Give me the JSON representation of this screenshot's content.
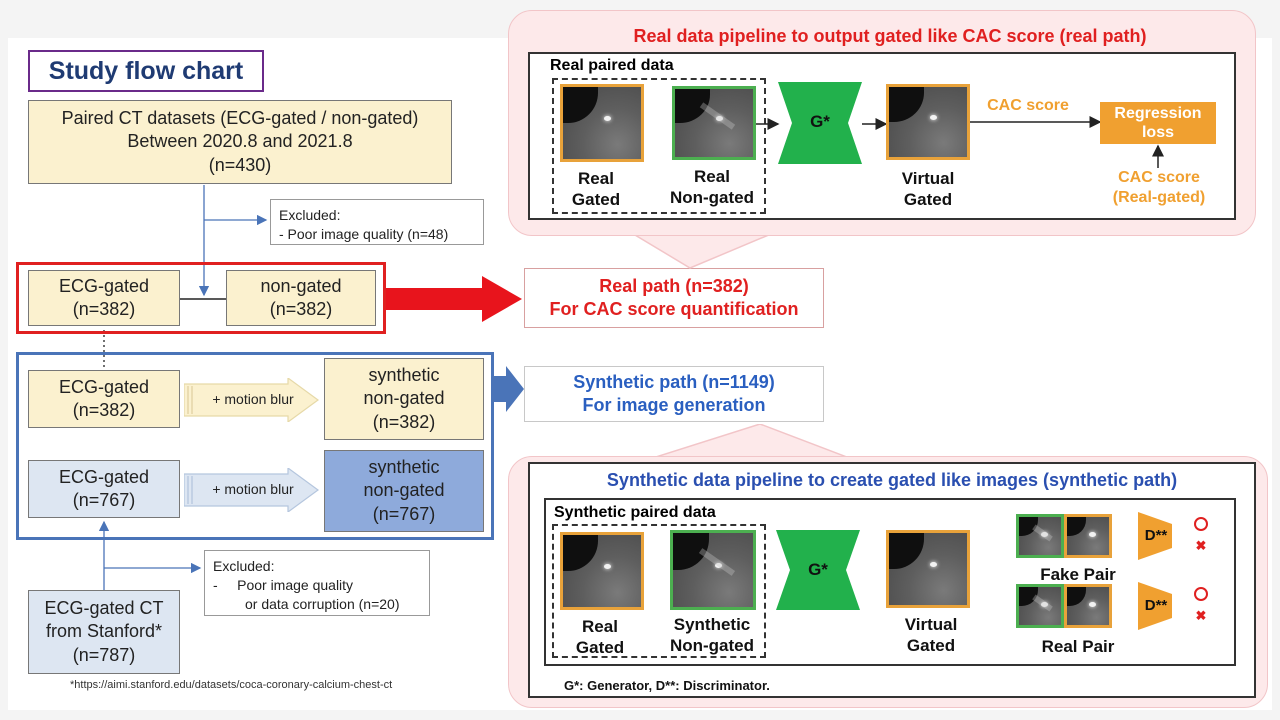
{
  "title": "Study flow chart",
  "paired_ct": {
    "line1": "Paired CT datasets (ECG-gated / non-gated)",
    "line2": "Between 2020.8 and 2021.8",
    "line3": "(n=430)"
  },
  "excluded1": {
    "line1": "Excluded:",
    "line2": "- Poor image quality (n=48)"
  },
  "real_row": {
    "gated": {
      "line1": "ECG-gated",
      "line2": "(n=382)"
    },
    "nongated": {
      "line1": "non-gated",
      "line2": "(n=382)"
    }
  },
  "real_path": {
    "line1": "Real path (n=382)",
    "line2": "For CAC score quantification"
  },
  "synth_row1": {
    "gated": {
      "line1": "ECG-gated",
      "line2": "(n=382)"
    },
    "arrow": "+ motion blur",
    "synthetic": {
      "line1": "synthetic",
      "line2": "non-gated",
      "line3": "(n=382)"
    }
  },
  "synth_row2": {
    "gated": {
      "line1": "ECG-gated",
      "line2": "(n=767)"
    },
    "arrow": "+ motion blur",
    "synthetic": {
      "line1": "synthetic",
      "line2": "non-gated",
      "line3": "(n=767)"
    }
  },
  "synthetic_path": {
    "line1": "Synthetic path (n=1149)",
    "line2": "For image generation"
  },
  "excluded2": {
    "line1": "Excluded:",
    "line2": "-     Poor image quality",
    "line3": "or data corruption (n=20)"
  },
  "stanford": {
    "line1": "ECG-gated CT",
    "line2": "from Stanford*",
    "line3": "(n=787)"
  },
  "footnote": "*https://aimi.stanford.edu/datasets/coca-coronary-calcium-chest-ct",
  "real_pipeline": {
    "title": "Real data pipeline to output gated like CAC score (real path)",
    "paired_label": "Real paired data",
    "img1": {
      "line1": "Real",
      "line2": "Gated"
    },
    "img2": {
      "line1": "Real",
      "line2": "Non-gated"
    },
    "generator": "G*",
    "img3": {
      "line1": "Virtual",
      "line2": "Gated"
    },
    "cac": "CAC score",
    "loss": {
      "line1": "Regression",
      "line2": "loss"
    },
    "cac_real": {
      "line1": "CAC score",
      "line2": "(Real-gated)"
    }
  },
  "synthetic_pipeline": {
    "title": "Synthetic data pipeline to create gated like images (synthetic path)",
    "paired_label": "Synthetic paired data",
    "img1": {
      "line1": "Real",
      "line2": "Gated"
    },
    "img2": {
      "line1": "Synthetic",
      "line2": "Non-gated"
    },
    "generator": "G*",
    "img3": {
      "line1": "Virtual",
      "line2": "Gated"
    },
    "discriminator": "D**",
    "fake_pair": "Fake Pair",
    "real_pair": "Real Pair",
    "legend": "G*: Generator, D**: Discriminator."
  },
  "colors": {
    "real_accent": "#e02020",
    "synthetic_accent": "#2a4fb0",
    "generator": "#22b14c",
    "orange": "#f0a030"
  }
}
